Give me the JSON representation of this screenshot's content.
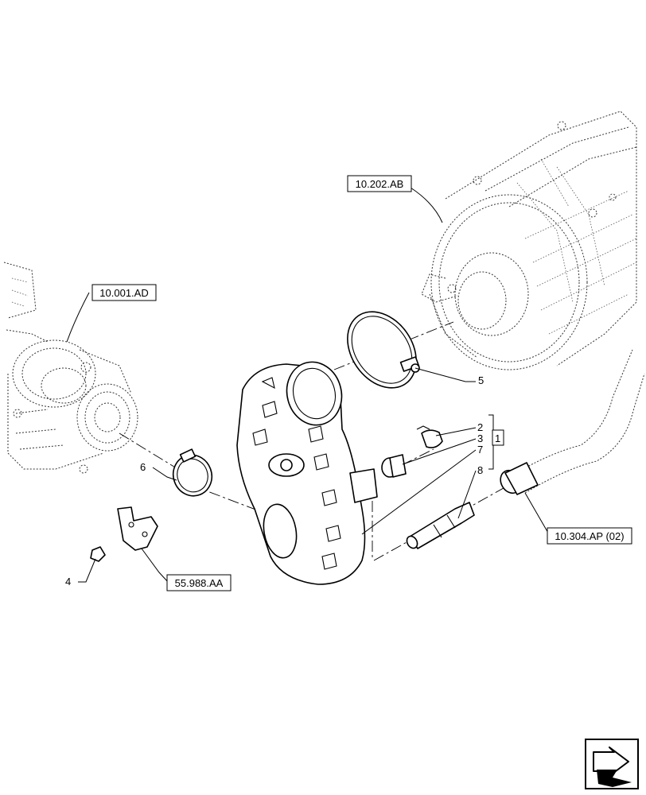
{
  "refs": {
    "ref_10_202_ab": "10.202.AB",
    "ref_10_001_ad": "10.001.AD",
    "ref_55_988_aa": "55.988.AA",
    "ref_10_304_ap": "10.304.AP (02)"
  },
  "callouts": {
    "c1": "1",
    "c2": "2",
    "c3": "3",
    "c4": "4",
    "c5": "5",
    "c6": "6",
    "c7": "7",
    "c8": "8"
  },
  "icons": {
    "nav": "next-page-arrow-icon"
  }
}
